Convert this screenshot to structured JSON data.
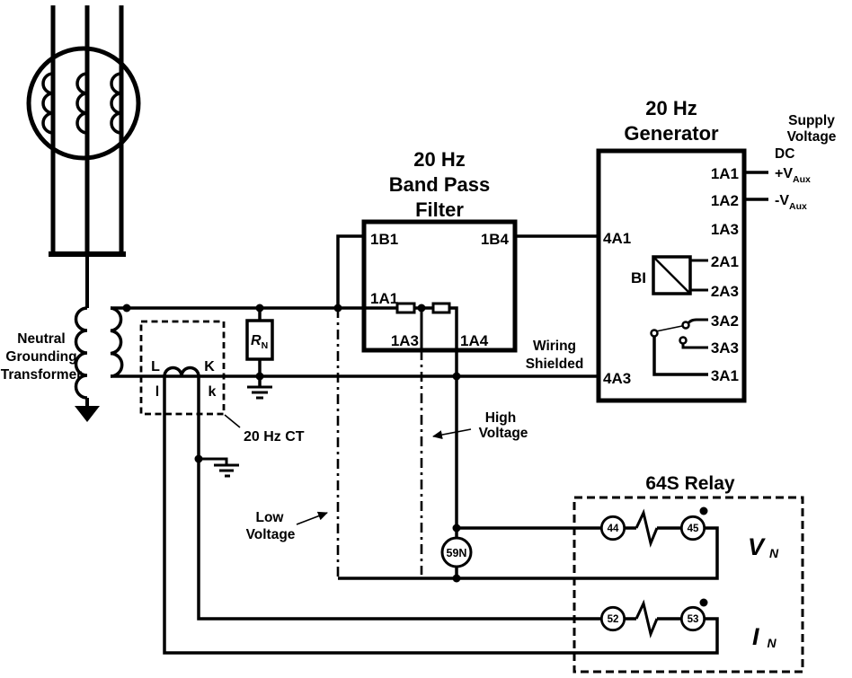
{
  "palette": {
    "ink": "#000000",
    "paper": "#ffffff"
  },
  "ngt": {
    "lines": [
      "Neutral",
      "Grounding",
      "Transformer"
    ]
  },
  "ct": {
    "label": "20 Hz CT",
    "top_left": "L",
    "top_right": "K",
    "bottom_left": "l",
    "bottom_right": "k"
  },
  "rn": {
    "base": "R",
    "sub": "N"
  },
  "filter": {
    "title": [
      "20 Hz",
      "Band Pass",
      "Filter"
    ],
    "t_1b1": "1B1",
    "t_1b4": "1B4",
    "t_1a1": "1A1",
    "t_1a3": "1A3",
    "t_1a4": "1A4"
  },
  "gen20": {
    "title": [
      "20 Hz",
      "Generator"
    ],
    "t_4a1": "4A1",
    "t_4a3": "4A3",
    "t_1a1": "1A1",
    "t_1a2": "1A2",
    "t_1a3": "1A3",
    "bi": "BI",
    "t_2a1": "2A1",
    "t_2a3": "2A3",
    "t_3a2": "3A2",
    "t_3a3": "3A3",
    "t_3a1": "3A1"
  },
  "supply": {
    "lines": [
      "Supply",
      "Voltage"
    ],
    "dc": "DC",
    "pos_base": "+V",
    "pos_sub": "Aux",
    "neg_base": "-V",
    "neg_sub": "Aux"
  },
  "notes": {
    "wiring": [
      "Wiring",
      "Shielded"
    ],
    "high": [
      "High",
      "Voltage"
    ],
    "low": [
      "Low",
      "Voltage"
    ]
  },
  "n59": {
    "label": "59N"
  },
  "relay": {
    "title": "64S Relay",
    "t44": "44",
    "t45": "45",
    "t52": "52",
    "t53": "53",
    "vn_base": "V",
    "vn_sub": "N",
    "in_base": "I",
    "in_sub": "N"
  }
}
